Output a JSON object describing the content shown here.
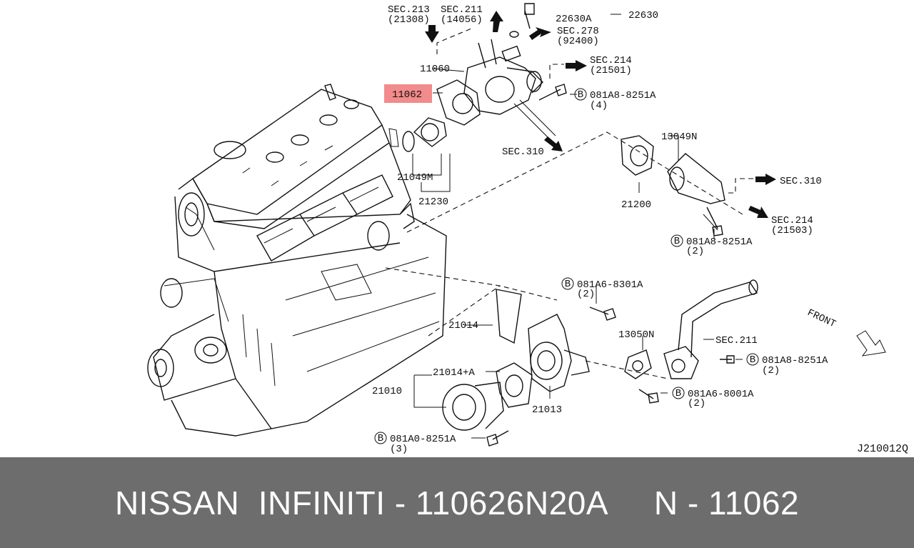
{
  "diagram": {
    "labels": {
      "sec213": "SEC.213",
      "sec213_code": "(21308)",
      "sec211_top": "SEC.211",
      "sec211_top_code": "(14056)",
      "p22630A": "22630A",
      "p22630": "22630",
      "sec278": "SEC.278",
      "sec278_code": "(92400)",
      "p11060": "11060",
      "sec214_top": "SEC.214",
      "sec214_top_code": "(21501)",
      "p11062": "11062",
      "bolt1": "081A8-8251A",
      "bolt1_qty": "(4)",
      "sec310_left": "SEC.310",
      "p13049N": "13049N",
      "p21049M": "21049M",
      "sec310_right": "SEC.310",
      "p21230": "21230",
      "p21200": "21200",
      "sec214_right": "SEC.214",
      "sec214_right_code": "(21503)",
      "bolt2": "081A8-8251A",
      "bolt2_qty": "(2)",
      "bolt3": "081A6-8301A",
      "bolt3_qty": "(2)",
      "p21014": "21014",
      "p13050N": "13050N",
      "sec211_right": "SEC.211",
      "front": "FRONT",
      "p21014plusA": "21014+A",
      "bolt4": "081A8-8251A",
      "bolt4_qty": "(2)",
      "p21010": "21010",
      "bolt5": "081A6-8001A",
      "bolt5_qty": "(2)",
      "p21013": "21013",
      "bolt6": "081A0-8251A",
      "bolt6_qty": "(3)",
      "circle_b": "B"
    },
    "highlight_color": "#f28b8b",
    "ref_code": "J210012Q"
  },
  "footer": {
    "text": "NISSAN  INFINITI - 110626N20A     N - 11062",
    "background": "#6d6d6d",
    "color": "#ffffff"
  }
}
